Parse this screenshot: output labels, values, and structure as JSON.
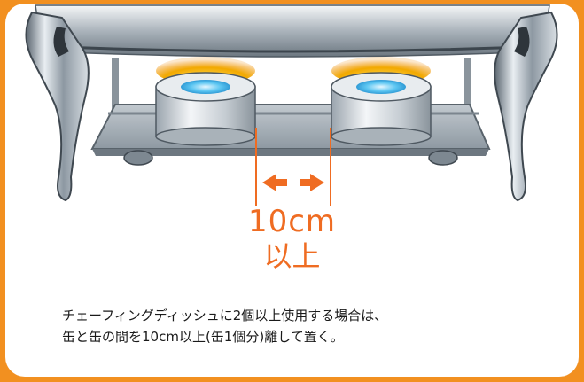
{
  "illustration": {
    "subject": "chafing dish with two fuel cans",
    "colors": {
      "frame": "#f29020",
      "accent_text": "#ef6c22",
      "steel": "#9aa4ad",
      "flame": "#f2a900",
      "fuel_blue": "#2aa8e8"
    }
  },
  "measurement": {
    "value": "10cm",
    "qualifier": "以上"
  },
  "note": {
    "line1": "チェーフィングディッシュに2個以上使用する場合は、",
    "line2": "缶と缶の間を10cm以上(缶1個分)離して置く。"
  }
}
